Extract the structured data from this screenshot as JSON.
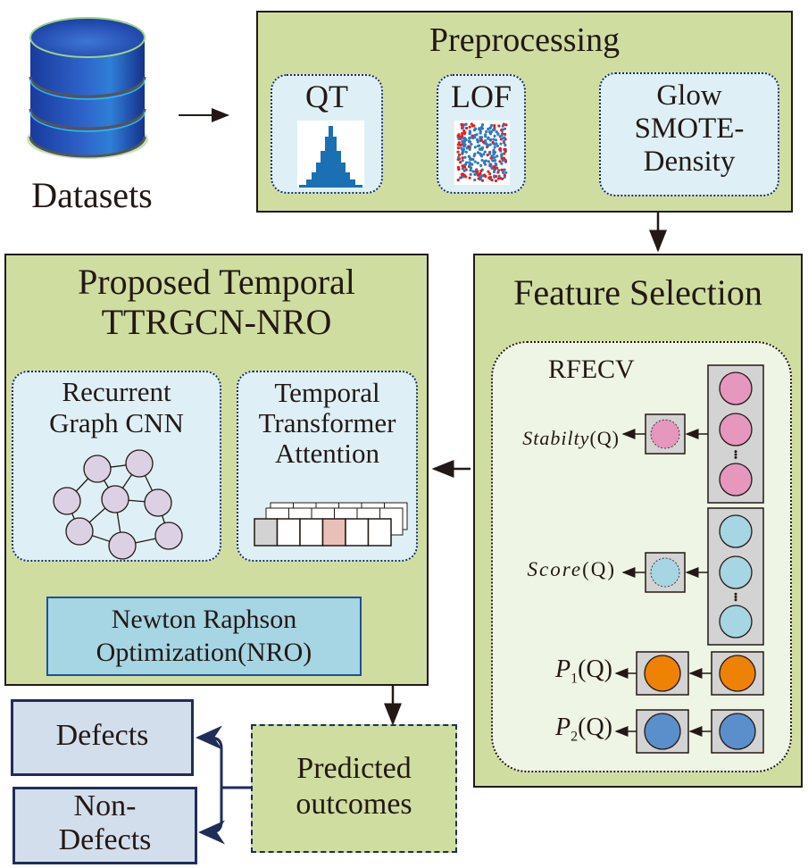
{
  "datasets": {
    "label": "Datasets",
    "icon": "database-icon"
  },
  "preprocessing": {
    "title": "Preprocessing",
    "steps": [
      {
        "label": "QT",
        "icon": "histogram-icon"
      },
      {
        "label": "LOF",
        "icon": "scatter-outlier-icon"
      },
      {
        "label_lines": [
          "Glow",
          "SMOTE-",
          "Density"
        ]
      }
    ]
  },
  "feature_selection": {
    "title": "Feature Selection",
    "method": "RFECV",
    "outputs": [
      {
        "label": "Stabilty(Q)",
        "name": "Stabilty",
        "arg": "(Q)",
        "color": "#e597be"
      },
      {
        "label": "Score(Q)",
        "name": "Score",
        "arg": "(Q)",
        "color": "#a6d5e3"
      },
      {
        "label": "P1(Q)",
        "name": "P",
        "sub": "1",
        "arg": "(Q)",
        "color": "#ee8205"
      },
      {
        "label": "P2(Q)",
        "name": "P",
        "sub": "2",
        "arg": "(Q)",
        "color": "#5b8fcb"
      }
    ],
    "ellipsis": "⋮"
  },
  "model": {
    "title_lines": [
      "Proposed Temporal",
      "TTRGCN-NRO"
    ],
    "rgcn": {
      "label_lines": [
        "Recurrent",
        "Graph CNN"
      ],
      "node_color": "#dcd0e4"
    },
    "tta": {
      "label_lines": [
        "Temporal",
        "Transformer",
        "Attention"
      ],
      "highlight_color": "#e9c0b8",
      "first_color": "#d3d3d3"
    },
    "nro": {
      "label_lines": [
        "Newton Raphson",
        "Optimization(NRO)"
      ],
      "color": "#a6d5e3"
    }
  },
  "outcomes": {
    "predicted_lines": [
      "Predicted",
      "outcomes"
    ],
    "defects": "Defects",
    "non_defects_lines": [
      "Non-",
      "Defects"
    ]
  },
  "colors": {
    "panel_green": "#cfdea0",
    "inner_blue": "#def0f6",
    "outcome_box": "#d3deec",
    "navy": "#1f2d5a",
    "merge_arrow": "#8b2a1c"
  }
}
